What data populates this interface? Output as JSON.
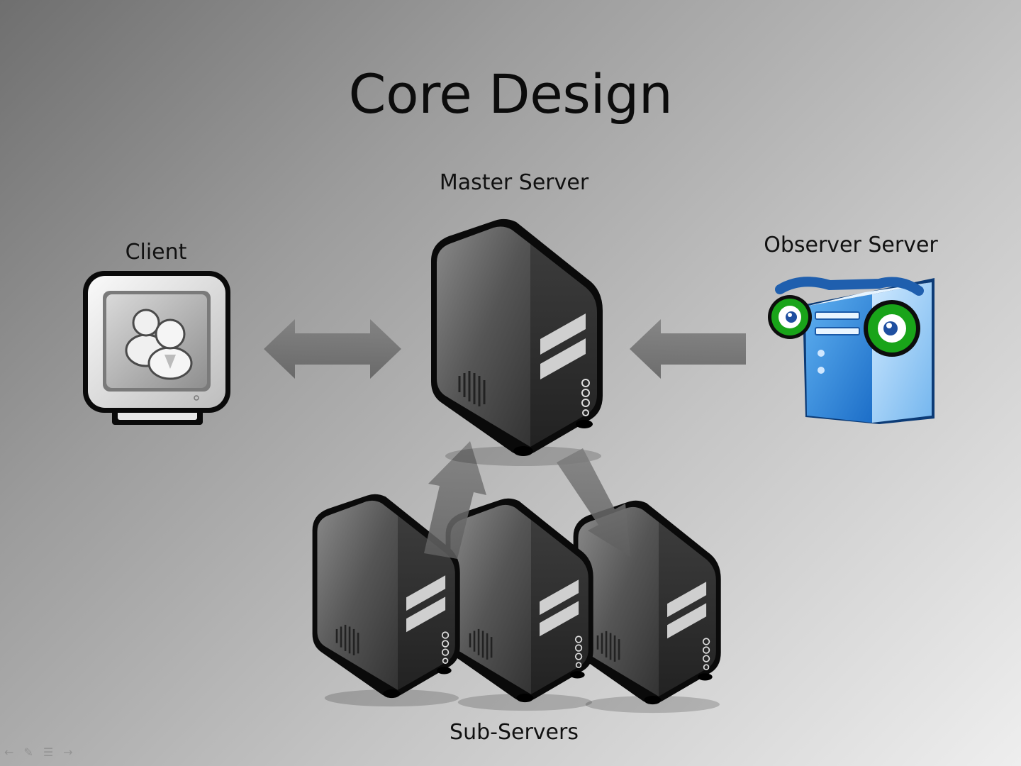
{
  "title": "Core Design",
  "nodes": {
    "master": "Master Server",
    "client": "Client",
    "observer": "Observer Server",
    "subservers": "Sub-Servers"
  },
  "edges": [
    {
      "from": "client",
      "to": "master",
      "style": "bidirectional"
    },
    {
      "from": "observer",
      "to": "master",
      "style": "one-way"
    },
    {
      "from": "subservers",
      "to": "master",
      "style": "one-way"
    },
    {
      "from": "master",
      "to": "subservers",
      "style": "one-way"
    }
  ],
  "icons": {
    "master": "server-tower-icon",
    "client": "monitor-users-icon",
    "observer": "observer-server-icon",
    "subservers": "server-tower-icon"
  },
  "colors": {
    "arrow": "#707070",
    "server_body": "#3a3a3a",
    "observer_blue": "#3d97e0",
    "observer_eye": "#1aa11a"
  }
}
